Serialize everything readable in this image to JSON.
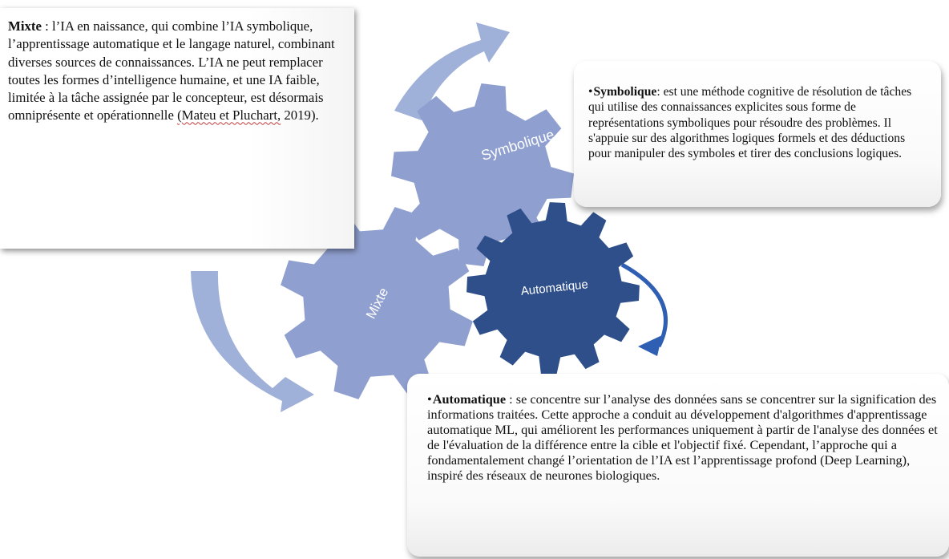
{
  "colors": {
    "light_gear": "#8f9fcf",
    "dark_gear": "#2e4f8a",
    "light_arrow": "#9fb0d9",
    "blue_arrow": "#2f5fb3"
  },
  "gears": {
    "symbolique": "Symbolique",
    "mixte": "Mixte",
    "automatique": "Automatique"
  },
  "mixte": {
    "title": "Mixte",
    "body_a": " : l’IA en naissance, qui combine l’IA symbolique, l’apprentissage automatique et le langage naturel, combinant diverses sources de connaissances. L’IA ne peut remplacer toutes les formes  d’intelligence humaine, et une IA faible, limitée à la tâche assignée par le concepteur, est désormais omniprésente et opérationnelle ",
    "citation": "(Mateu et Pluchart,",
    "body_b": " 2019)."
  },
  "symbolique": {
    "bullet": "•",
    "title": "Symbolique",
    "body": ": est une méthode cognitive de résolution de tâches qui utilise des connaissances explicites sous forme de représentations symboliques pour résoudre des problèmes. Il s'appuie sur des algorithmes logiques formels et des déductions pour manipuler des symboles et tirer des conclusions logiques."
  },
  "automatique": {
    "bullet": "•",
    "title": "Automatique",
    "body": " : se concentre sur l’analyse des données sans se concentrer sur la signification des informations traitées. Cette approche a conduit au développement d'algorithmes d'apprentissage automatique ML, qui améliorent les performances uniquement à partir de l'analyse des données et de l'évaluation de la différence entre la cible et l'objectif fixé. Cependant, l’approche qui a fondamentalement changé l’orientation de l’IA est l’apprentissage profond (Deep Learning), inspiré des réseaux de neurones biologiques."
  }
}
